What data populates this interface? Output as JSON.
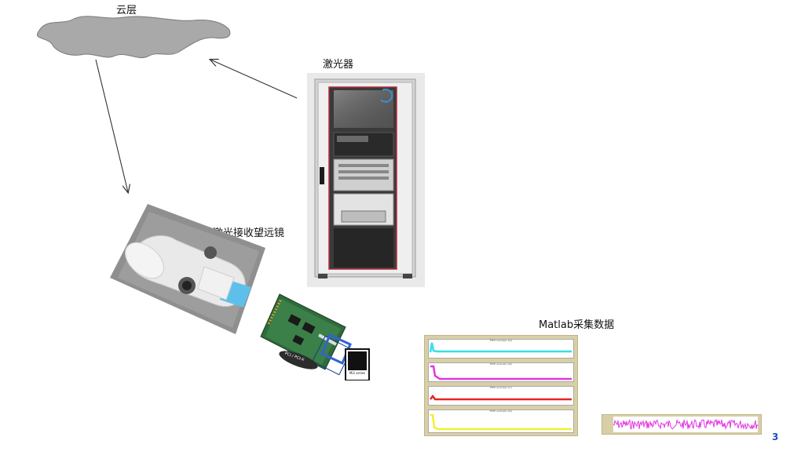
{
  "labels": {
    "cloud": "云层",
    "laser": "激光器",
    "telescope": "激光接收望远镜",
    "matlab": "Matlab采集数据"
  },
  "board_badges": {
    "bus": "PCI / PCI-X",
    "series": "M2i series"
  },
  "matlab_plots": {
    "subplot_titles": [
      "FPPD example 1(a)",
      "FPPD example 1(b)",
      "FPPD example 1(c)",
      "FPPD example 1(d)"
    ],
    "series_colors": [
      "#33e0e8",
      "#e236e2",
      "#e52525",
      "#f0f033"
    ]
  },
  "noise_plot": {
    "color": "#e236e2"
  },
  "page_number": "3"
}
